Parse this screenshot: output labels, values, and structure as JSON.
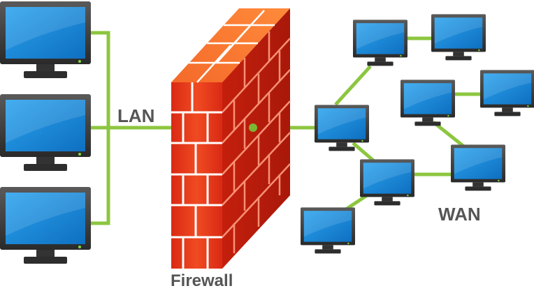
{
  "labels": {
    "lan": "LAN",
    "firewall": "Firewall",
    "wan": "WAN"
  },
  "colors": {
    "link": "#8cc63f",
    "brick": "#e8361d",
    "brick_top": "#f26b2c",
    "mortar": "#ffffff",
    "screen": "#1e88d6",
    "monitor_frame": "#3a3a3a",
    "label": "#555555"
  },
  "icons": {
    "computer": "monitor-icon",
    "firewall": "brick-wall-icon"
  }
}
